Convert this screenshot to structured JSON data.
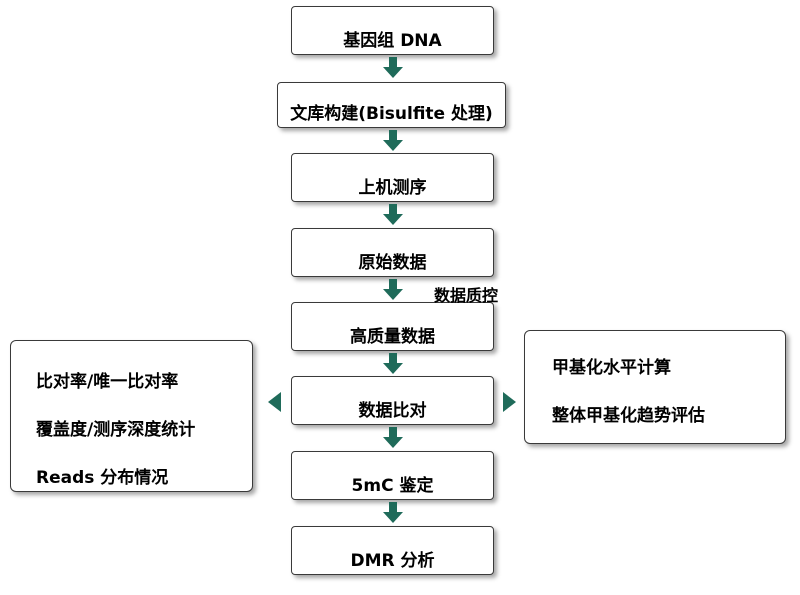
{
  "colors": {
    "arrow": "#1f6b5a",
    "border": "#3a3a3a"
  },
  "steps": [
    "基因组  DNA",
    "文库构建(Bisulfite 处理)",
    "上机测序",
    "原始数据",
    "高质量数据",
    "数据比对",
    "5mC  鉴定",
    "DMR  分析"
  ],
  "qc_label": "数据质控",
  "left_panel": [
    "比对率/唯一比对率",
    "覆盖度/测序深度统计",
    "Reads  分布情况"
  ],
  "right_panel": [
    "甲基化水平计算",
    "整体甲基化趋势评估"
  ]
}
